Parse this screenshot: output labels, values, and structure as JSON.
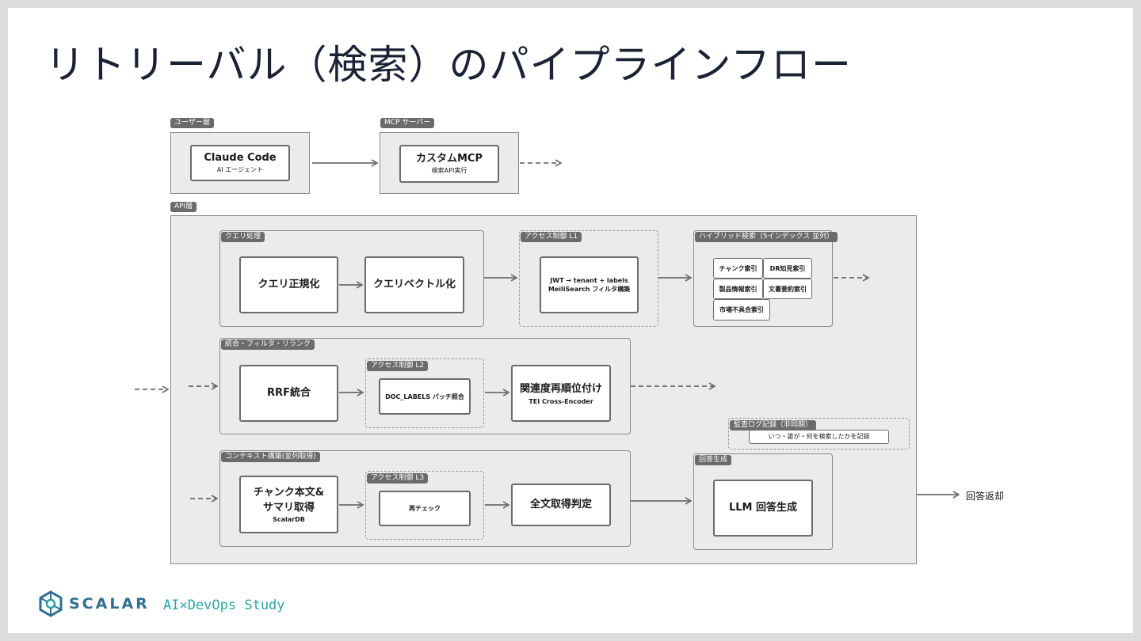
{
  "title": "リトリーバル（検索）のパイプラインフロー",
  "user_layer": {
    "tag": "ユーザー層",
    "node_title": "Claude Code",
    "node_sub": "AI エージェント"
  },
  "mcp_layer": {
    "tag": "MCP サーバー",
    "node_title": "カスタムMCP",
    "node_sub": "検索API実行"
  },
  "api_layer": {
    "tag": "API層",
    "query": {
      "tag": "クエリ処理",
      "normalize": "クエリ正規化",
      "vectorize": "クエリベクトル化"
    },
    "access_l1": {
      "tag": "アクセス制御 L1",
      "line1": "JWT → tenant + labels",
      "line2": "MeiliSearch フィルタ構築"
    },
    "hybrid": {
      "tag": "ハイブリッド検索（5インデックス 並列）",
      "indexes": [
        "チャンク索引",
        "DR知見索引",
        "製品情報索引",
        "文書要約索引",
        "市場不具合索引"
      ]
    },
    "merge": {
      "tag": "統合・フィルタ・リランク",
      "rrf": "RRF統合",
      "access_l2_tag": "アクセス制御 L2",
      "access_l2": "DOC_LABELS バッチ照合",
      "rerank_title": "関連度再順位付け",
      "rerank_sub": "TEI Cross-Encoder"
    },
    "audit": {
      "tag": "監査ログ記録（非同期）",
      "text": "いつ・誰が・何を検索したかを記録"
    },
    "context": {
      "tag": "コンテキスト構築(並列取得)",
      "fetch_line1": "チャンク本文&",
      "fetch_line2": "サマリ取得",
      "fetch_sub": "ScalarDB",
      "access_l3_tag": "アクセス制御 L3",
      "access_l3": "再チェック",
      "fulltext": "全文取得判定"
    },
    "answer": {
      "tag": "回答生成",
      "llm": "LLM 回答生成"
    }
  },
  "output_label": "回答返却",
  "footer": {
    "brand": "SCALAR",
    "study": "AI×DevOps Study"
  }
}
